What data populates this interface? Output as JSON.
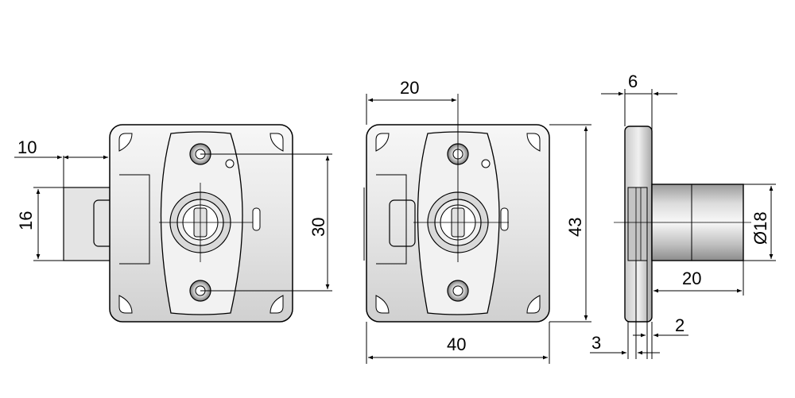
{
  "dimensions": {
    "d10": "10",
    "d16": "16",
    "d30": "30",
    "d20_top": "20",
    "d43": "43",
    "d40": "40",
    "d6": "6",
    "dia18": "Ø18",
    "d20_side": "20",
    "d2": "2",
    "d3": "3"
  },
  "colors": {
    "line": "#000000",
    "body_dark": "#8a8a8a",
    "body_light": "#e8e8e8"
  }
}
